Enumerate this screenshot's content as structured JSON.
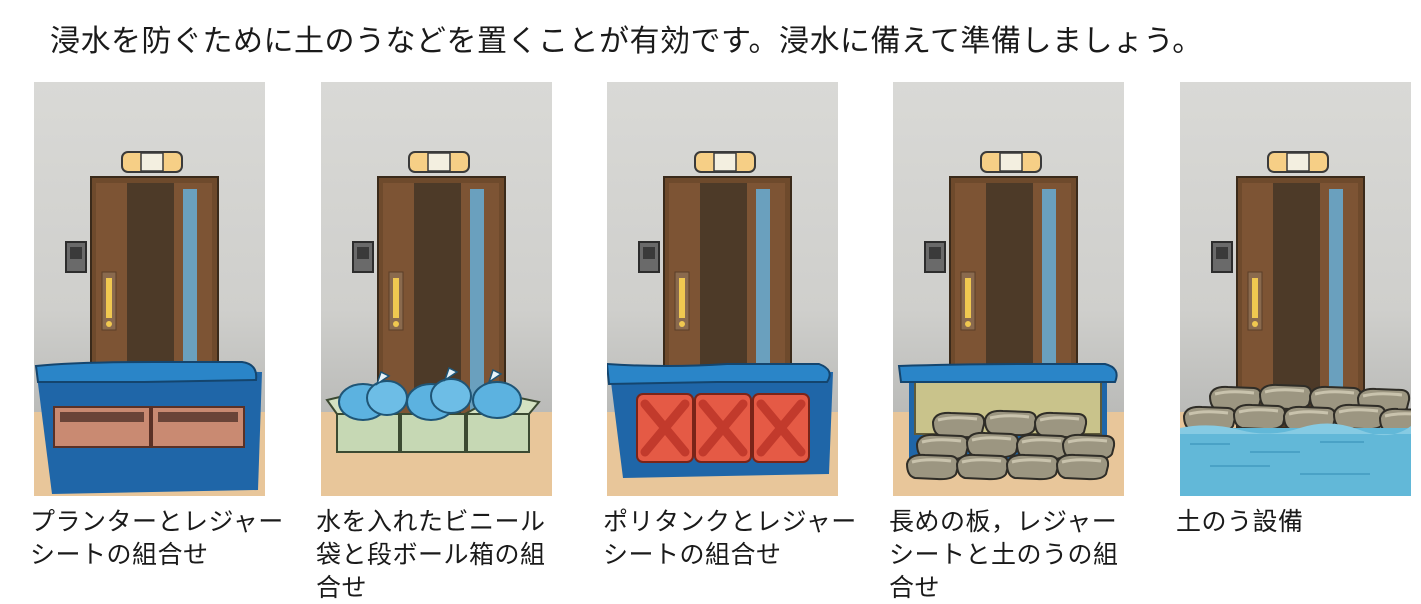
{
  "headline": "浸水を防ぐために土のうなどを置くことが有効です。浸水に備えて準備しましょう。",
  "panels": [
    {
      "caption": "プランターとレジャー\nシートの組合せ"
    },
    {
      "caption": "水を入れたビニール\n袋と段ボール箱の組\n合せ"
    },
    {
      "caption": "ポリタンクとレジャー\nシートの組合せ"
    },
    {
      "caption": "長めの板，レジャー\nシートと土のうの組\n合せ"
    },
    {
      "caption": "土のう設備"
    }
  ]
}
